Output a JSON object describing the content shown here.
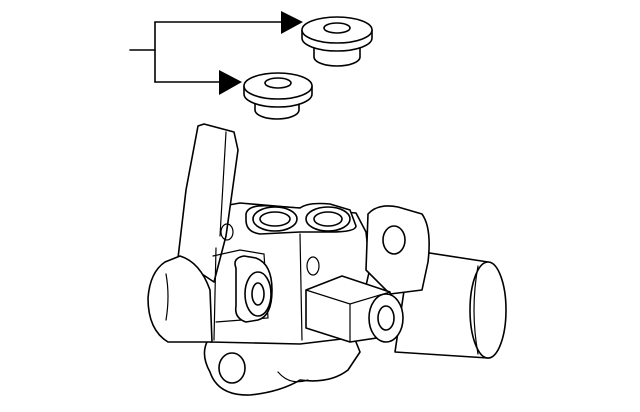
{
  "diagram": {
    "colors": {
      "stroke": "#000000",
      "background": "#ffffff"
    },
    "parts": [
      {
        "name": "reservoir-grommet-upper",
        "icon": "grommet-icon"
      },
      {
        "name": "reservoir-grommet-lower",
        "icon": "grommet-icon"
      },
      {
        "name": "brake-master-cylinder",
        "icon": "master-cylinder-icon"
      }
    ],
    "callout": {
      "type": "bracket",
      "targets": 2
    }
  }
}
